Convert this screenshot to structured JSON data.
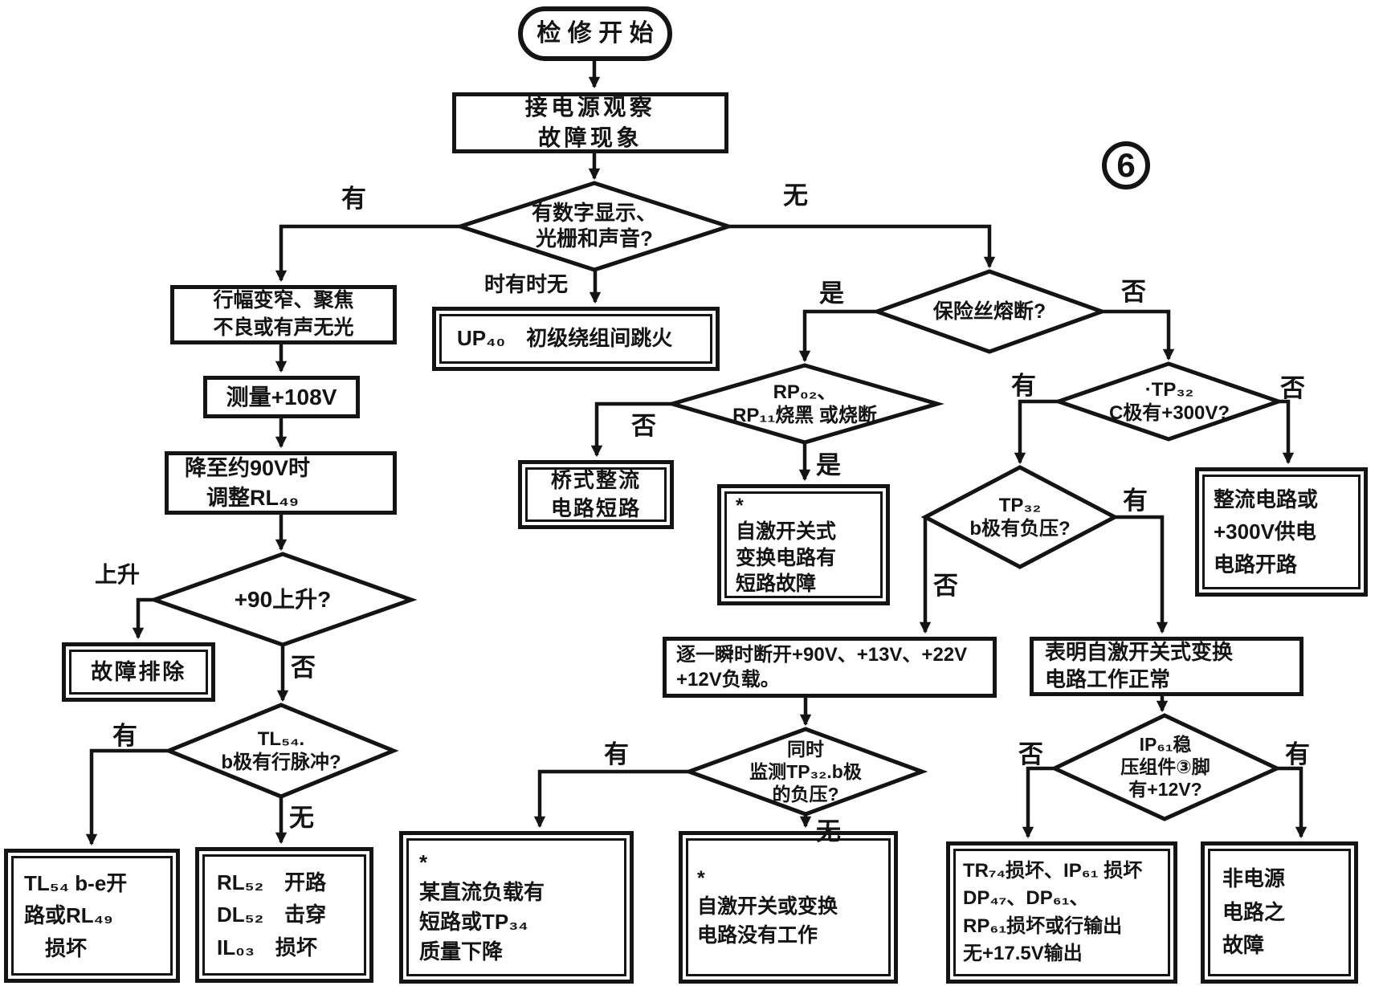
{
  "colors": {
    "ink": "#141414",
    "paper": "#ffffff"
  },
  "badge": {
    "number": "6"
  },
  "nodes": {
    "start": {
      "label": "检修开始"
    },
    "observe": {
      "label": "接电源观察\n故障现象"
    },
    "d_display": {
      "label": "有数字显示、\n光栅和声音?"
    },
    "up40": {
      "label": "UP₄₀　初级绕组间跳火"
    },
    "symptom": {
      "label": "行幅变窄、聚焦\n不良或有声无光"
    },
    "measure108": {
      "label": "测量+108V"
    },
    "adjust_rl49": {
      "label": "降至约90V时\n　调整RL₄₉"
    },
    "d_90rise": {
      "label": "+90上升?"
    },
    "fault_cleared": {
      "label": "故障排除"
    },
    "d_tl54": {
      "label": "TL₅₄.\nb极有行脉冲?"
    },
    "tl54_be": {
      "label": "TL₅₄  b-e开\n路或RL₄₉\n　损坏"
    },
    "rl52": {
      "label": "RL₅₂　开路\nDL₅₂　击穿\nIL₀₃　损坏"
    },
    "d_fuse": {
      "label": "保险丝熔断?"
    },
    "d_rp02": {
      "label": "RP₀₂、\nRP₁₁烧黑 或烧断"
    },
    "bridge_short": {
      "label": "桥式整流\n电路短路"
    },
    "converter_short": {
      "label": "*\n自激开关式\n变换电路有\n短路故障"
    },
    "d_tp32c": {
      "label": "·TP₃₂\nC极有+300V?"
    },
    "rectifier_open": {
      "label": "整流电路或\n+300V供电\n电路开路"
    },
    "d_tp32b": {
      "label": "TP₃₂\nb极有负压?"
    },
    "disconnect_loads": {
      "label": "逐一瞬时断开+90V、+13V、+22V\n+12V负载。"
    },
    "converter_ok": {
      "label": "表明自激开关式变换\n电路工作正常"
    },
    "d_monitor": {
      "label": "同时\n监测TP₃₂.b极\n的负压?"
    },
    "d_ip61": {
      "label": "IP₆₁稳\n压组件③脚\n有+12V?"
    },
    "dc_load_short": {
      "label": "*\n某直流负载有\n短路或TP₃₄\n质量下降"
    },
    "converter_not_working": {
      "label": "*\n自激开关或变换\n电路没有工作"
    },
    "tr74_damage": {
      "label": "TR₇₄损坏、IP₆₁ 损坏\nDP₄₇、DP₆₁、\nRP₆₁损坏或行输出\n无+17.5V输出"
    },
    "non_power_fault": {
      "label": "非电源\n电路之\n故障"
    }
  },
  "edge_labels": {
    "d_display_left": "有",
    "d_display_right": "无",
    "d_display_down": "时有时无",
    "d_90rise_left": "上升",
    "d_90rise_down": "否",
    "d_tl54_left": "有",
    "d_tl54_down": "无",
    "d_fuse_left": "是",
    "d_fuse_right": "否",
    "d_rp02_left": "否",
    "d_rp02_down": "是",
    "d_tp32c_left": "有",
    "d_tp32c_right": "否",
    "d_tp32b_left": "否",
    "d_tp32b_right": "有",
    "d_monitor_left": "有",
    "d_monitor_down": "无",
    "d_ip61_left": "否",
    "d_ip61_right": "有"
  }
}
